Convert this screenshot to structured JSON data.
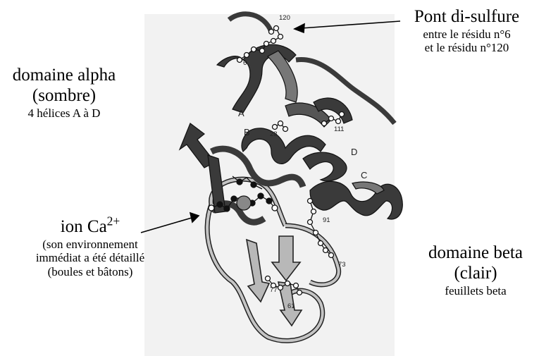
{
  "labels": {
    "disulfide": {
      "title": "Pont di-sulfure",
      "line1": "entre le résidu n°6",
      "line2": "et le résidu n°120"
    },
    "alpha": {
      "title1": "domaine alpha",
      "title2": "(sombre)",
      "sub": "4 hélices A à D"
    },
    "calcium": {
      "title": "ion Ca",
      "charge": "2+",
      "line1": "(son environnement",
      "line2": "immédiat a été détaillé",
      "line3": "(boules et bâtons)"
    },
    "beta": {
      "title1": "domaine beta",
      "title2": "(clair)",
      "sub": "feuillets beta"
    }
  },
  "structure": {
    "residues": [
      "120",
      "6",
      "28",
      "111",
      "91",
      "73",
      "77",
      "61"
    ],
    "helices": [
      "A",
      "B",
      "C",
      "D"
    ]
  },
  "colors": {
    "dark_domain": "#3a3a3a",
    "light_domain": "#b8b8b8",
    "text": "#000000"
  }
}
